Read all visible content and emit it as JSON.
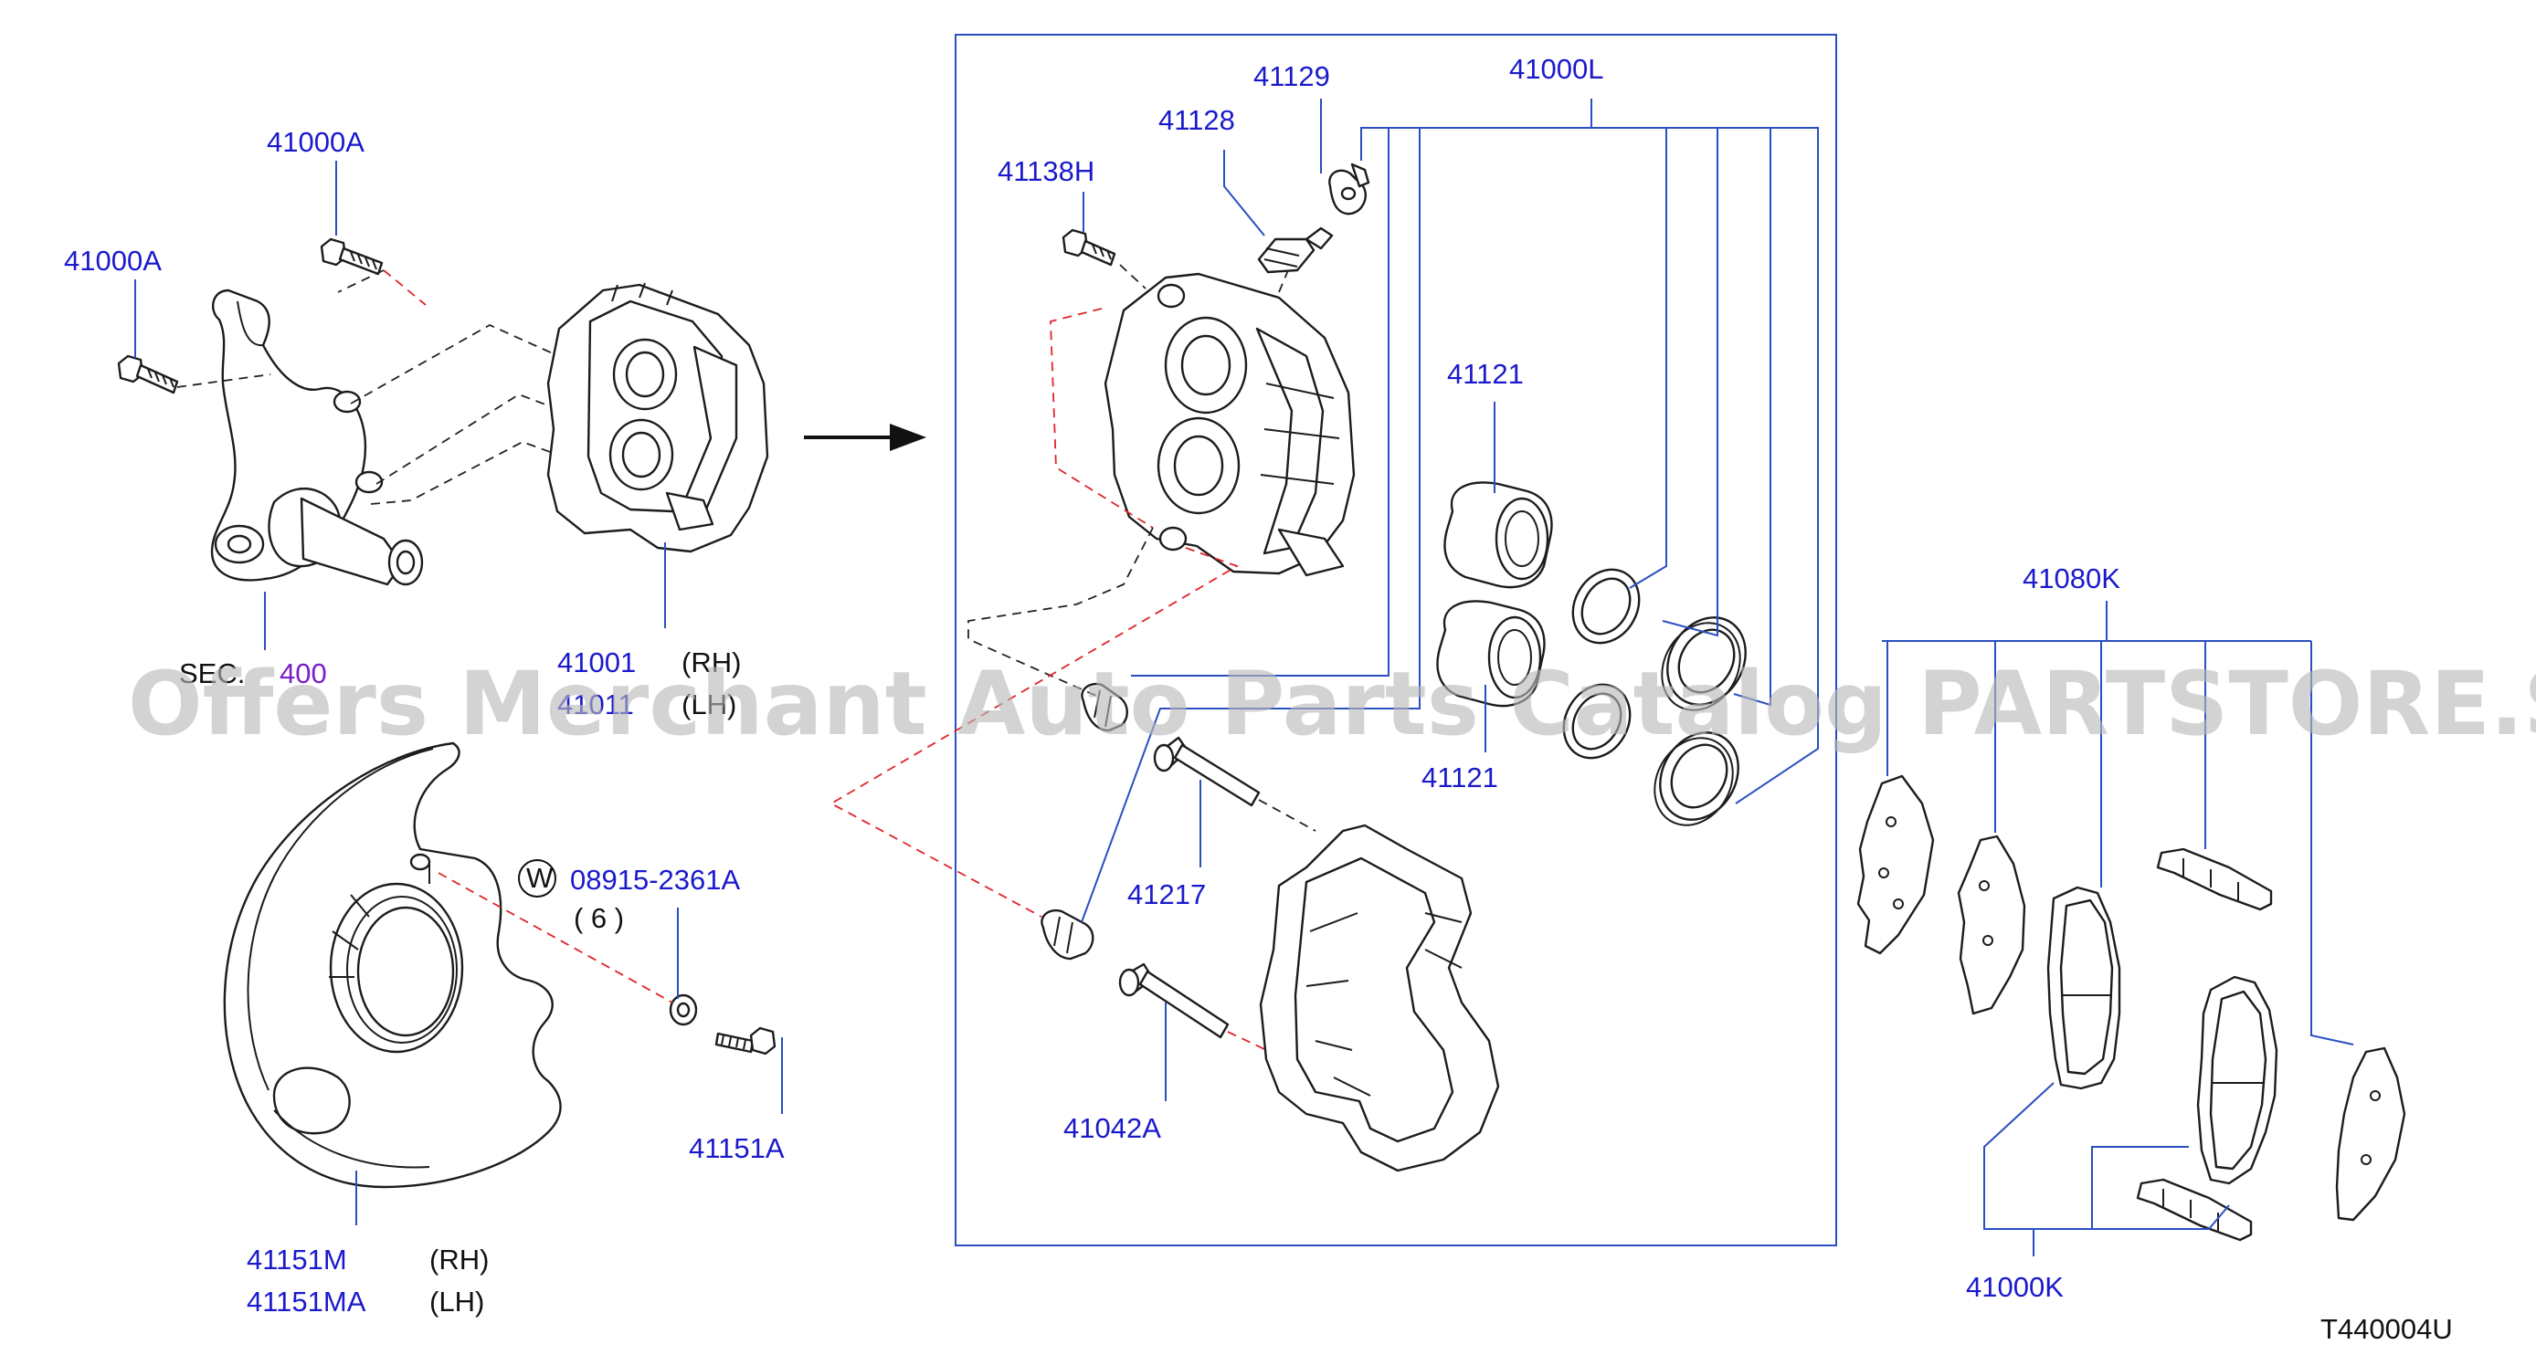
{
  "diagram_code": "T440004U",
  "watermark": "Offers Merchant Auto Parts Catalog PARTSTORE.SA",
  "colors": {
    "label": "#1a1acc",
    "leader": "#2a4fc0",
    "dashed_red": "#e0242a",
    "watermark": "#b9b9b9"
  },
  "labels": {
    "bolt_upper": "41000A",
    "bolt_lower": "41000A",
    "knuckle_ref_prefix": "SEC.",
    "knuckle_ref_num": "400",
    "caliper_rh_part": "41001",
    "caliper_rh_side": "(RH)",
    "caliper_lh_part": "41011",
    "caliper_lh_side": "(LH)",
    "washer_symbol": "W",
    "washer_part": "08915-2361A",
    "washer_qty": "( 6 )",
    "shield_bolt": "41151A",
    "shield_rh_part": "41151M",
    "shield_rh_side": "(RH)",
    "shield_lh_part": "41151MA",
    "shield_lh_side": "(LH)",
    "bleeder_cap": "41129",
    "bleeder_screw": "41128",
    "caliper_bolt": "41138H",
    "seal_kit": "41000L",
    "piston_upper": "41121",
    "piston_lower": "41121",
    "guide_pin_upper": "41217",
    "guide_pin_lower": "41042A",
    "pad_kit": "41080K",
    "pad_hardware_kit": "41000K"
  }
}
